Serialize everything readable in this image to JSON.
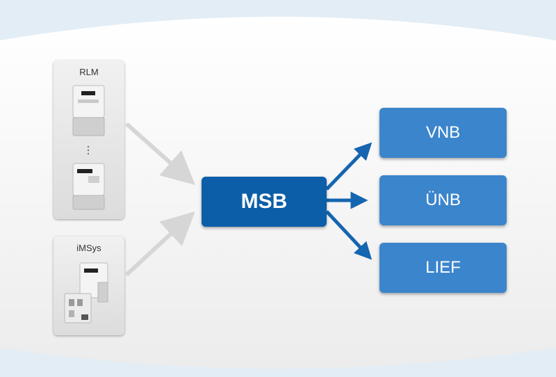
{
  "sources": {
    "rlm": {
      "label": "RLM",
      "meter_icon": "electricity-meter-icon"
    },
    "imsys": {
      "label": "iMSys",
      "meter_icon": "smart-meter-gateway-icon"
    }
  },
  "hub": {
    "label": "MSB"
  },
  "targets": [
    {
      "label": "VNB"
    },
    {
      "label": "ÜNB"
    },
    {
      "label": "LIEF"
    }
  ],
  "colors": {
    "hub": "#0d5ea8",
    "target": "#3b85cc",
    "target_arrow": "#1565b0",
    "source_arrow": "#d6d6d6",
    "outer_background": "#e3edf5",
    "panel": "#f7f7f7"
  }
}
